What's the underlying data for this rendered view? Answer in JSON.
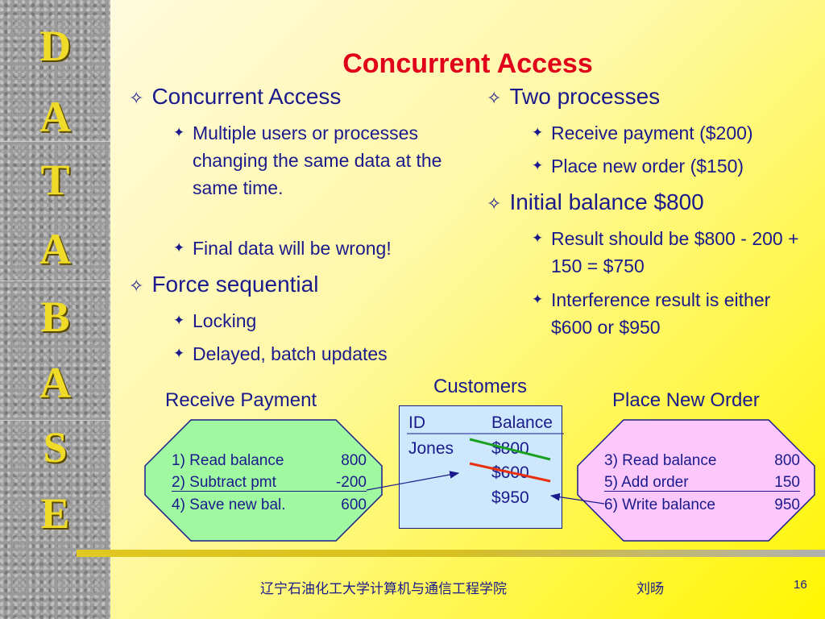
{
  "sidebar": {
    "letters": [
      "D",
      "A",
      "T",
      "A",
      "B",
      "A",
      "S",
      "E"
    ]
  },
  "title": "Concurrent Access",
  "left_column": {
    "bullet1": "Concurrent Access",
    "bullet1_subs": [
      "Multiple users or processes changing the same data at the same time.",
      "Final data will be wrong!"
    ],
    "bullet2": "Force sequential",
    "bullet2_subs": [
      "Locking",
      "Delayed, batch updates"
    ]
  },
  "right_column": {
    "bullet1": "Two processes",
    "bullet1_subs": [
      "Receive payment ($200)",
      "Place new order ($150)"
    ],
    "bullet2": "Initial balance $800",
    "bullet2_subs": [
      "Result should be $800 - 200 + 150 = $750",
      "Interference result is either $600 or $950"
    ]
  },
  "receive_payment": {
    "label": "Receive Payment",
    "rows": [
      {
        "text": "1) Read balance",
        "value": "800"
      },
      {
        "text": "2) Subtract pmt",
        "value": "-200"
      },
      {
        "text": "4) Save new bal.",
        "value": "600"
      }
    ]
  },
  "customers": {
    "label": "Customers",
    "col_id": "ID",
    "col_balance": "Balance",
    "name": "Jones",
    "balances": [
      "$800",
      "$600",
      "$950"
    ]
  },
  "place_order": {
    "label": "Place New Order",
    "rows": [
      {
        "text": "3) Read balance",
        "value": "800"
      },
      {
        "text": "5) Add order",
        "value": "150"
      },
      {
        "text": "6) Write balance",
        "value": "950"
      }
    ]
  },
  "footer": {
    "institution": "辽宁石油化工大学计算机与通信工程学院",
    "author": "刘旸",
    "page": "16"
  },
  "colors": {
    "title": "#e0001a",
    "text": "#1a1a8c",
    "left_octagon": "#a0f8a0",
    "right_octagon": "#fcc8fc",
    "customers_box": "#cde8fc",
    "strike_green": "#1aa020",
    "strike_red": "#e83010",
    "side_letters": "#f0dc28"
  },
  "icons": {
    "bullet_level1": "diamond-outline-icon",
    "bullet_level2": "four-point-star-icon"
  }
}
